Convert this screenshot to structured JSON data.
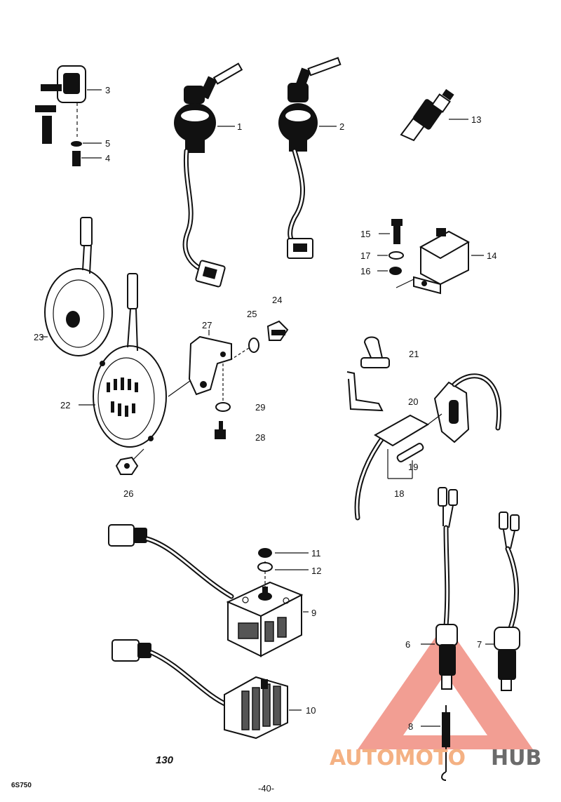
{
  "part_labels": {
    "p1": "1",
    "p2": "2",
    "p3": "3",
    "p4": "4",
    "p5": "5",
    "p6": "6",
    "p7": "7",
    "p8": "8",
    "p9": "9",
    "p10": "10",
    "p11": "11",
    "p12": "12",
    "p13": "13",
    "p14": "14",
    "p15": "15",
    "p16": "16",
    "p17": "17",
    "p18": "18",
    "p19": "19",
    "p20": "20",
    "p21": "21",
    "p22": "22",
    "p23": "23",
    "p24": "24",
    "p25": "25",
    "p26": "26",
    "p27": "27",
    "p28": "28",
    "p29": "29"
  },
  "diagram_code": "130",
  "page_number": "-40-",
  "corner_stamp": "6S750",
  "watermark": {
    "part1": "AUTOMOTO",
    "part2": "HUB",
    "accent_color": "#e8503c",
    "text_color": "#f4b183",
    "gray_color": "#6b6b6b"
  }
}
